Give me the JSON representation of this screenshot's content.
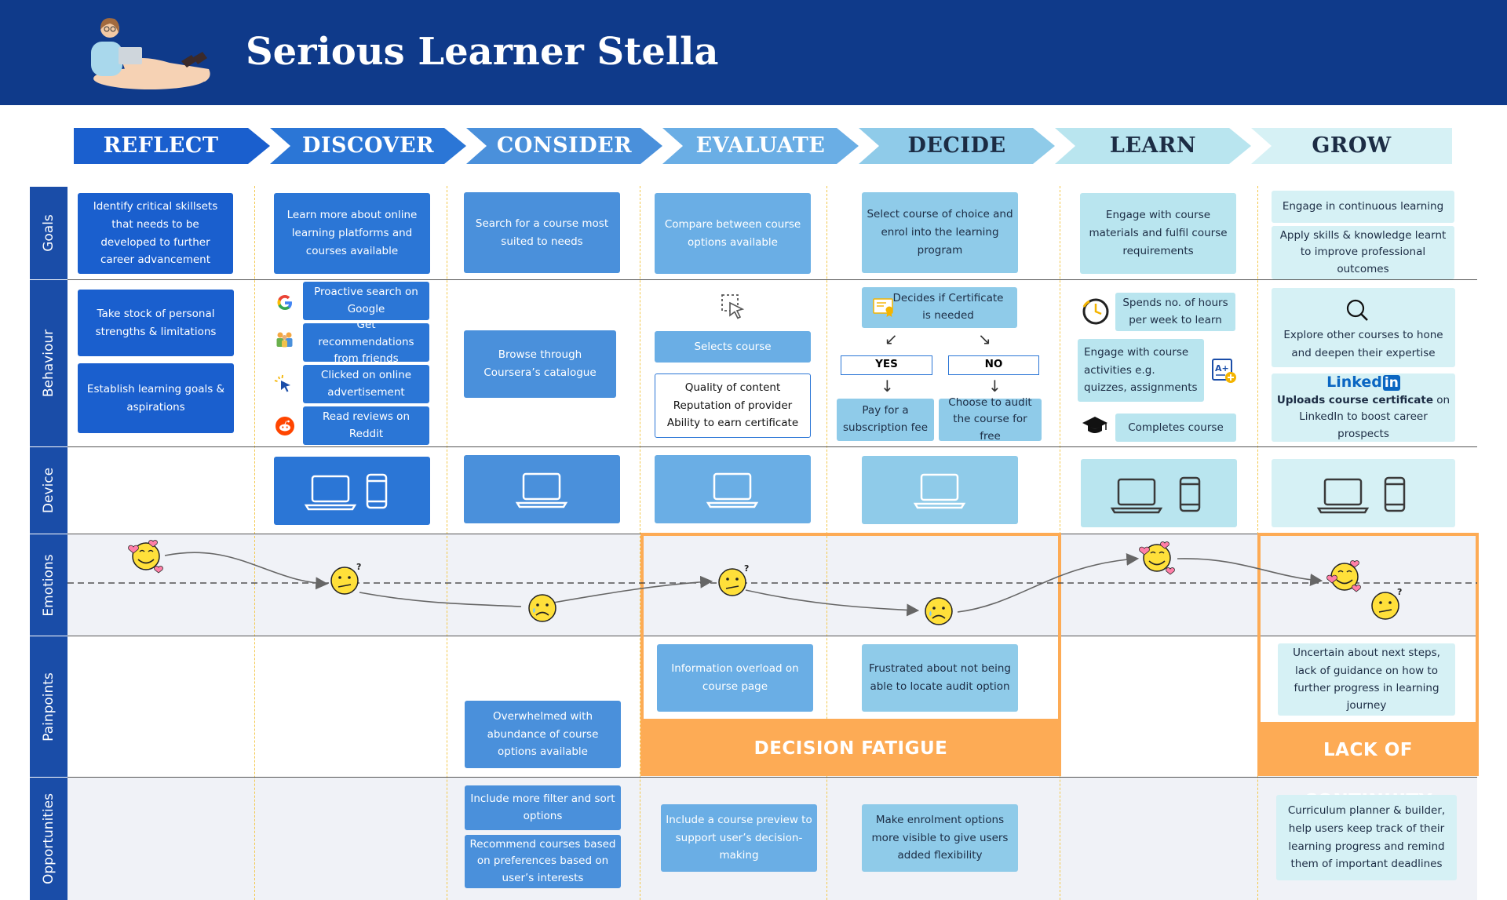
{
  "title": "Serious Learner Stella",
  "phases": [
    "REFLECT",
    "DISCOVER",
    "CONSIDER",
    "EVALUATE",
    "DECIDE",
    "LEARN",
    "GROW"
  ],
  "rows": [
    "Goals",
    "Behaviour",
    "Device",
    "Emotions",
    "Painpoints",
    "Opportunities"
  ],
  "goals": [
    "Identify critical skillsets that needs to be developed to further career advancement",
    "Learn more about online learning platforms and courses available",
    "Search for a course most suited to needs",
    "Compare between course options available",
    "Select course of choice and enrol into the learning program",
    "Engage with course materials and fulfil course requirements",
    "Engage in continuous learning",
    "Apply skills & knowledge learnt to improve professional outcomes"
  ],
  "behaviour": {
    "reflect": [
      "Take stock of personal strengths & limitations",
      "Establish learning goals & aspirations"
    ],
    "discover": [
      "Proactive search on Google",
      "Get recommendations from friends",
      "Clicked on online advertisement",
      "Read reviews on Reddit"
    ],
    "consider": "Browse through Coursera’s catalogue",
    "evaluate_select": "Selects course",
    "evaluate_criteria": [
      "Quality of content",
      "Reputation of provider",
      "Ability to earn certificate"
    ],
    "decide_certificate": "Decides if Certificate is needed",
    "decide_yes": "YES",
    "decide_no": "NO",
    "decide_pay": "Pay for a subscription fee",
    "decide_audit": "Choose to audit the course for free",
    "learn_hours": "Spends no. of hours per week to learn",
    "learn_engage": "Engage with course activities e.g. quizzes, assignments",
    "learn_complete": "Completes course",
    "grow_explore": "Explore other courses to hone and deepen their expertise",
    "grow_linkedin_logo": "Linked",
    "grow_linkedin_in": "in",
    "grow_upload_bold": "Uploads course certificate",
    "grow_upload_rest": " on LinkedIn to boost career prospects"
  },
  "painpoints": {
    "consider": "Overwhelmed with abundance of course options available",
    "evaluate": "Information overload on course page",
    "decide": "Frustrated about not being able to locate audit option",
    "grow": "Uncertain about next steps, lack of guidance on how to further progress in learning journey",
    "decision_fatigue": "DECISION FATIGUE",
    "lack_of_continuity": "LACK OF CONTINUITY"
  },
  "opportunities": {
    "consider": [
      "Include more filter and sort options",
      "Recommend courses based on preferences based on  user’s interests"
    ],
    "evaluate": "Include a course preview to support user’s decision-making",
    "decide": "Make enrolment options more visible to give users added flexibility",
    "grow": "Curriculum planner & builder, help users keep track of their learning progress and remind them of important deadlines"
  },
  "emotions": [
    {
      "phase": "REFLECT",
      "mood": "love"
    },
    {
      "phase": "DISCOVER",
      "mood": "confused"
    },
    {
      "phase": "CONSIDER",
      "mood": "sad"
    },
    {
      "phase": "EVALUATE",
      "mood": "confused"
    },
    {
      "phase": "DECIDE",
      "mood": "sad"
    },
    {
      "phase": "LEARN",
      "mood": "love"
    },
    {
      "phase": "GROW",
      "mood": "love"
    },
    {
      "phase": "GROW",
      "mood": "confused"
    }
  ],
  "devices": {
    "discover": [
      "laptop-icon",
      "phone-icon"
    ],
    "consider": [
      "laptop-icon"
    ],
    "evaluate": [
      "laptop-icon"
    ],
    "decide": [
      "laptop-icon"
    ],
    "learn": [
      "laptop-icon",
      "phone-icon"
    ],
    "grow": [
      "laptop-icon",
      "phone-icon"
    ]
  },
  "colors": {
    "header": "#0f3a8a",
    "accent_orange": "#fdab55",
    "phase_reflect": "#1a5fce",
    "phase_grow": "#d6f1f5"
  }
}
